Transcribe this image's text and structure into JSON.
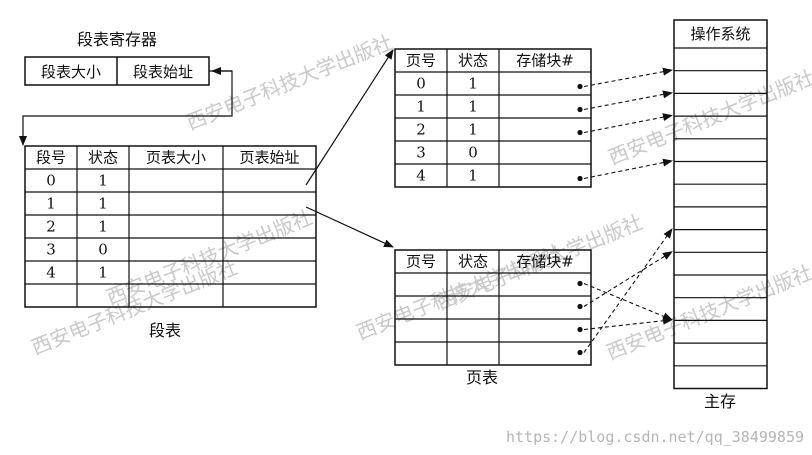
{
  "register": {
    "title": "段表寄存器",
    "cells": [
      "段表大小",
      "段表始址"
    ]
  },
  "segment_table": {
    "caption": "段表",
    "headers": [
      "段号",
      "状态",
      "页表大小",
      "页表始址"
    ],
    "rows": [
      [
        "0",
        "1",
        "",
        ""
      ],
      [
        "1",
        "1",
        "",
        ""
      ],
      [
        "2",
        "1",
        "",
        ""
      ],
      [
        "3",
        "0",
        "",
        ""
      ],
      [
        "4",
        "1",
        "",
        ""
      ],
      [
        "",
        "",
        "",
        ""
      ]
    ]
  },
  "page_table_top": {
    "headers": [
      "页号",
      "状态",
      "存储块#"
    ],
    "rows": [
      [
        "0",
        "1",
        ""
      ],
      [
        "1",
        "1",
        ""
      ],
      [
        "2",
        "1",
        ""
      ],
      [
        "3",
        "0",
        ""
      ],
      [
        "4",
        "1",
        ""
      ]
    ],
    "pointer_rows": [
      0,
      1,
      2,
      4
    ]
  },
  "page_table_bottom": {
    "caption": "页表",
    "headers": [
      "页号",
      "状态",
      "存储块#"
    ],
    "rows": [
      [
        "",
        "",
        ""
      ],
      [
        "",
        "",
        ""
      ],
      [
        "",
        "",
        ""
      ],
      [
        "",
        "",
        ""
      ]
    ],
    "pointer_rows": [
      0,
      1,
      2,
      3
    ]
  },
  "main_memory": {
    "caption": "主存",
    "os_label": "操作系统",
    "block_count": 15
  },
  "watermarks": [
    "西安电子科技大学出版社",
    "西安电子科技大学出版社",
    "西安电子科技大学出版社",
    "西安电子科技大学出版社",
    "西安电子科技大学出版社",
    "西安电子科技大学出版社",
    "西安电子科技大学出版社"
  ],
  "url": "https://blog.csdn.net/qq_38499859"
}
